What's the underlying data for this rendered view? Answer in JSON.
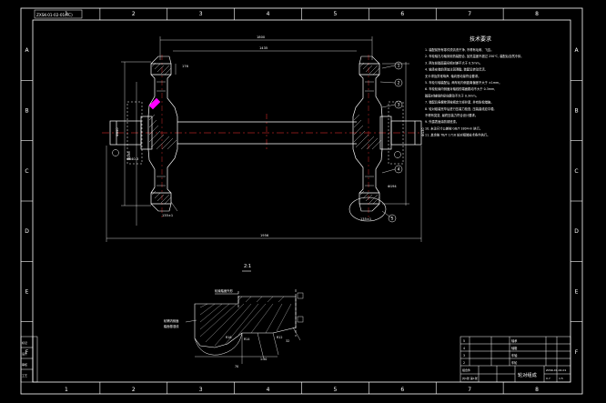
{
  "drawing": {
    "stamp_code": "ZXSK-01-02-01(TC)",
    "zone_columns": [
      "1",
      "2",
      "3",
      "4",
      "5",
      "6",
      "7",
      "8"
    ],
    "zone_rows": [
      "A",
      "B",
      "C",
      "D",
      "E",
      "F"
    ],
    "notes_title": "技术要求",
    "notes": [
      "1. 装配前所有零件须清洗干净, 不得有毛刺、飞边。",
      "2. 车轮轴孔与轴采用热装配合, 加热温度不超过 250℃, 装配后自然冷却。",
      "3. 两车轮踏面直径相对差不大于 0.5mm。",
      "4. 轴承安装前须加注润滑脂, 装配后转动灵活,",
      "   无卡滞及异常响声, 轴向窜动量符合要求。",
      "5. 车轮与轴装配后, 两车轮内侧距离偏差不大于 ±1mm。",
      "6. 车轮轮缘内侧面对轴线的端面跳动不大于 0.3mm,",
      "   踏面对轴线的径向跳动不大于 0.3mm。",
      "7. 装配后各螺栓须按规定力矩拧紧, 并有防松措施。",
      "8. 轮对组装完毕后进行压装力检查, 压装曲线应平稳,",
      "   不得有突变, 最终压装力符合设计要求。",
      "9. 外露表面涂防锈底漆。",
      "10. 未注尺寸公差按 GB/T 1804-m 执行。",
      "11. 其余按 TB/T 1718 轮对组装技术条件执行。"
    ],
    "dims": {
      "overall_length": "1800",
      "gauge": "1435",
      "wheel_dia": "Φ840",
      "journal_dia": "Φ130",
      "hub_width": "176",
      "seat_dia": "Φ198",
      "bearing_dist": "1956",
      "tread_dim": "Φ840-3",
      "wheel_seat": "Φ194",
      "left_rim": "135±1",
      "right_rim": "135±1"
    },
    "balloons": [
      "1",
      "2",
      "3",
      "4",
      "5"
    ],
    "detail": {
      "scale": "2:1",
      "label_a": "轮缘踏面外形",
      "label_b": "轮辋内侧面",
      "label_c": "踏面基准线",
      "dim_1": "R16",
      "dim_2": "R14",
      "dim_3": "1:20",
      "dim_4": "R12",
      "dim_5": "32",
      "dim_6": "70"
    },
    "revision_block": {
      "row_1": "标记",
      "row_2": "设计",
      "row_3": "审核",
      "row_4": "工艺"
    },
    "parts_list": {
      "rows": [
        {
          "no": "5",
          "name": "轴承"
        },
        {
          "no": "4",
          "name": "轴箱"
        },
        {
          "no": "3",
          "name": "车轴"
        },
        {
          "no": "2",
          "name": "车轮"
        }
      ]
    },
    "title_block": {
      "title": "轮对组成",
      "drawing_no": "ZXSK-01-02-01",
      "scale": "1:5",
      "material": "组合件",
      "sheet": "共1张 第1张",
      "mass": "0.7"
    }
  },
  "colors": {
    "background": "#000000",
    "frame": "#ffffff",
    "geometry": "#ffffff",
    "dimension": "#00ff00",
    "centerline": "#ff3333",
    "notes_text": "#ffffff",
    "highlight": "#ff00ff",
    "balloon": "#ffffff"
  }
}
